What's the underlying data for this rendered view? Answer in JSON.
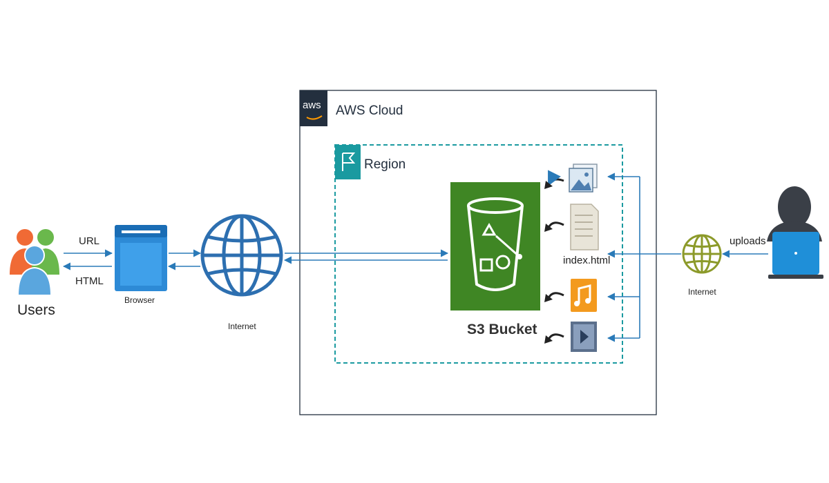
{
  "colors": {
    "arrow": "#2a7ab8",
    "region_border": "#1a9aa0",
    "s3_green": "#3f8624",
    "globe_blue": "#2d6fb0",
    "globe_olive": "#8c9a2a",
    "aws_dark": "#232f3e",
    "user_green": "#6ab84c",
    "user_orange": "#f06a35",
    "user_blue": "#5aa6de",
    "laptop_blue": "#1f8fd8",
    "person_dark": "#3a3f47",
    "music_orange": "#f39a1e"
  },
  "icons": {
    "users": "users-group-icon",
    "browser": "browser-window-icon",
    "internet_left": "globe-icon",
    "aws_logo": "aws-logo-icon",
    "region_flag": "flag-icon",
    "s3": "s3-bucket-icon",
    "image": "image-file-icon",
    "document": "document-icon",
    "music": "music-file-icon",
    "video": "video-file-icon",
    "internet_right": "globe-icon",
    "uploader": "person-laptop-icon"
  },
  "labels": {
    "users": "Users",
    "url": "URL",
    "html": "HTML",
    "browser": "Browser",
    "internet_left": "Internet",
    "aws_logo": "aws",
    "aws_cloud": "AWS Cloud",
    "region": "Region",
    "s3_bucket": "S3 Bucket",
    "index_html": "index.html",
    "internet_right": "Internet",
    "uploads": "uploads"
  }
}
